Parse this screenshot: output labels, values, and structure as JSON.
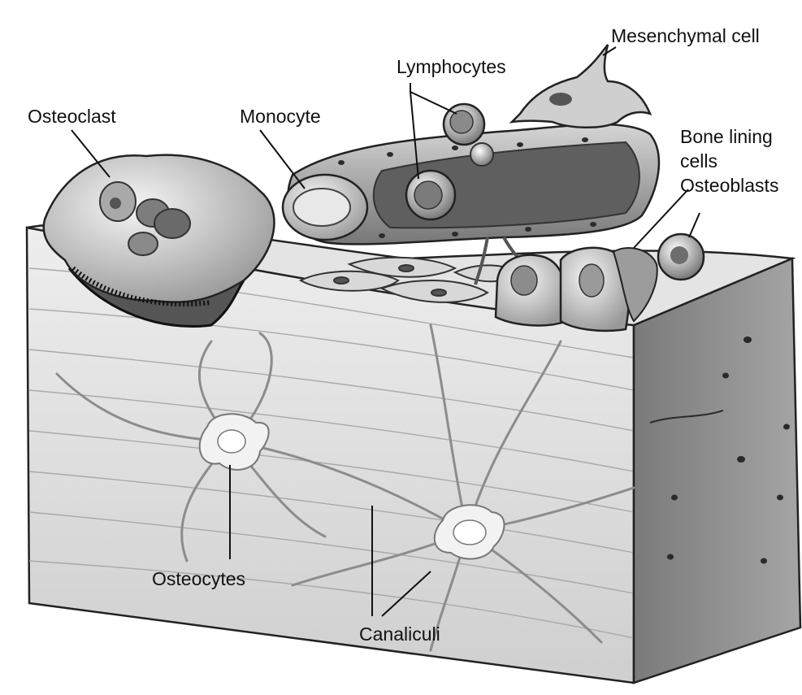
{
  "labels": {
    "mesenchymal_cell": "Mesenchymal cell",
    "lymphocytes": "Lymphocytes",
    "osteoclast": "Osteoclast",
    "monocyte": "Monocyte",
    "bone_lining_1": "Bone lining",
    "bone_lining_2": "cells",
    "osteoblasts": "Osteoblasts",
    "osteocytes": "Osteocytes",
    "canaliculi": "Canaliculi"
  },
  "colors": {
    "ink": "#111111",
    "bone_front": "#d9d9d9",
    "bone_side": "#8f8f8f",
    "bone_top": "#e6e6e6",
    "cell_fill": "#bdbdbd",
    "vessel": "#9a9a9a"
  }
}
